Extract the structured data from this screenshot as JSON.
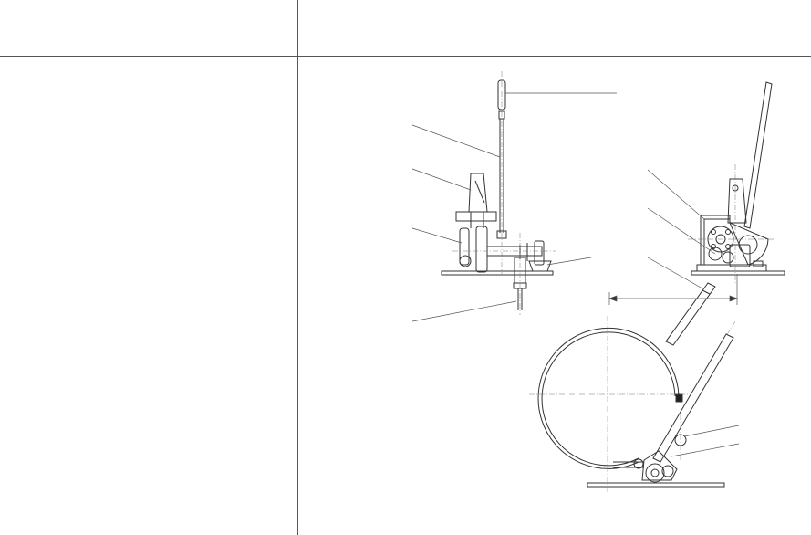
{
  "sheet": {
    "columns": [
      {
        "id": "col-description",
        "header": "",
        "body": ""
      },
      {
        "id": "col-middle",
        "header": "",
        "body": ""
      },
      {
        "id": "col-drawing",
        "header": "",
        "body": ""
      }
    ]
  },
  "drawing": {
    "views": [
      "front-view",
      "side-view",
      "pipe-bending-view"
    ],
    "colors": {
      "ink": "#3a3a3a",
      "rule": "#555555",
      "paper": "#ffffff"
    }
  }
}
